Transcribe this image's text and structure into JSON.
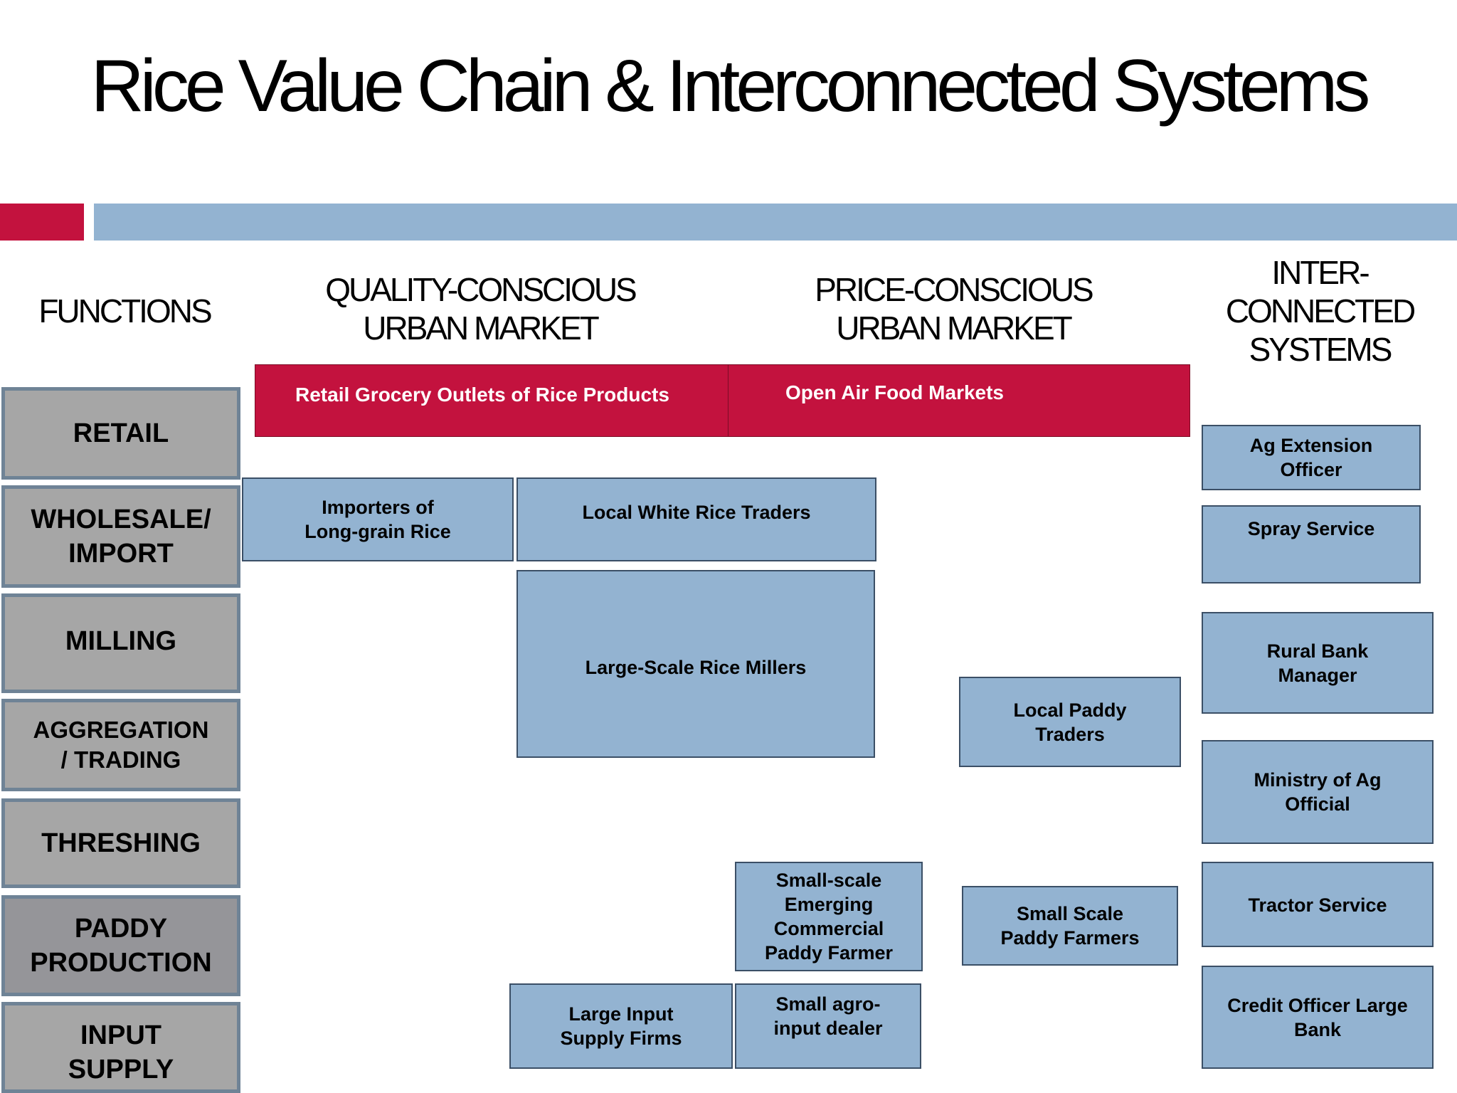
{
  "title": "Rice Value Chain & Interconnected Systems",
  "column_headers": {
    "functions": "FUNCTIONS",
    "quality_market": [
      "QUALITY-CONSCIOUS",
      "URBAN MARKET"
    ],
    "price_market": [
      "PRICE-CONSCIOUS",
      "URBAN MARKET"
    ],
    "interconnected": [
      "INTER-",
      "CONNECTED",
      "SYSTEMS"
    ]
  },
  "functions": [
    {
      "lines": [
        "RETAIL"
      ]
    },
    {
      "lines": [
        "WHOLESALE/",
        "IMPORT"
      ]
    },
    {
      "lines": [
        "MILLING"
      ]
    },
    {
      "lines": [
        "AGGREGATION",
        "/ TRADING"
      ]
    },
    {
      "lines": [
        "THRESHING"
      ]
    },
    {
      "lines": [
        "PADDY",
        "PRODUCTION"
      ]
    },
    {
      "lines": [
        "INPUT",
        "SUPPLY"
      ]
    }
  ],
  "retail": {
    "grocery": "Retail Grocery Outlets of Rice Products",
    "open_air": "Open Air Food Markets"
  },
  "actors": {
    "importers": [
      "Importers of",
      "Long-grain Rice"
    ],
    "white_rice_traders": [
      "Local White Rice Traders"
    ],
    "millers": [
      "Large-Scale Rice Millers"
    ],
    "paddy_traders": [
      "Local Paddy",
      "Traders"
    ],
    "emerging_farmer": [
      "Small-scale",
      "Emerging",
      "Commercial",
      "Paddy Farmer"
    ],
    "small_farmers": [
      "Small Scale",
      "Paddy Farmers"
    ],
    "input_firms": [
      "Large Input",
      "Supply Firms"
    ],
    "agro_dealer": [
      "Small agro-",
      "input dealer"
    ]
  },
  "systems": {
    "extension": [
      "Ag Extension",
      "Officer"
    ],
    "spray": [
      "Spray Service"
    ],
    "rural_bank": [
      "Rural Bank",
      "Manager"
    ],
    "ministry": [
      "Ministry of Ag",
      "Official"
    ],
    "tractor": [
      "Tractor Service"
    ],
    "credit": [
      "Credit Officer Large",
      "Bank"
    ]
  },
  "colors": {
    "accent_red": "#c3123e",
    "box_blue": "#93b3d1",
    "function_gray": "#a6a6a6"
  }
}
